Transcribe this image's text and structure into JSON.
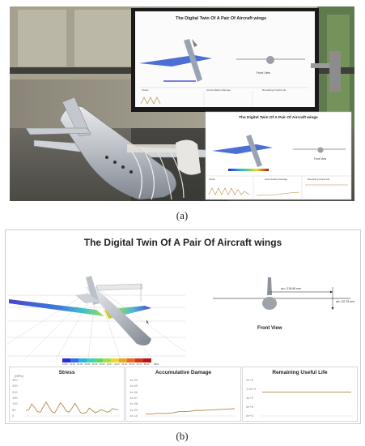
{
  "app": {
    "title": "The Digital Twin Of A Pair Of Aircraft wings",
    "front_view_label": "Front View",
    "dim_x": "ax=-218.66 mm",
    "dim_y": "ab=-20.78 mm"
  },
  "captions": {
    "a": "(a)",
    "b": "(b)"
  },
  "colorbar": {
    "ticks": [
      "16.65",
      "21.32",
      "26.00",
      "30.65",
      "35.33",
      "40.00",
      "44.67",
      "49.35",
      "54.00",
      "58.64",
      "63.37",
      "68.00"
    ],
    "unit": "MPa",
    "colors": [
      "#2a2ad6",
      "#2d6ee8",
      "#2fb0e6",
      "#39d3b8",
      "#5ad96a",
      "#a9df3c",
      "#e8dc2a",
      "#f0a321",
      "#ec6a1f",
      "#d8321b",
      "#b81414"
    ]
  },
  "panels": {
    "stress": {
      "title": "Stress",
      "unit": "(MPa)",
      "y_ticks": [
        "300",
        "250",
        "200",
        "150",
        "100",
        "50",
        "0"
      ],
      "chart_data": {
        "type": "line",
        "title": "Stress",
        "ylabel": "(MPa)",
        "ylim": [
          0,
          300
        ],
        "x": [
          0,
          1,
          2,
          3,
          4,
          5,
          6,
          7,
          8,
          9,
          10,
          11,
          12,
          13,
          14,
          15,
          16,
          17,
          18,
          19,
          20,
          21,
          22,
          23,
          24,
          25,
          26,
          27,
          28,
          29,
          30,
          31,
          32
        ],
        "values": [
          40,
          45,
          95,
          65,
          30,
          25,
          70,
          110,
          70,
          30,
          20,
          60,
          105,
          75,
          35,
          25,
          60,
          100,
          60,
          20,
          15,
          25,
          60,
          40,
          20,
          30,
          45,
          40,
          25,
          30,
          55,
          50,
          45
        ]
      }
    },
    "damage": {
      "title": "Accumulative Damage",
      "y_ticks": [
        "1e-04",
        "1e-05",
        "1e-06",
        "1e-07",
        "1e-08",
        "1e-09",
        "1e-10"
      ],
      "chart_data": {
        "type": "line",
        "title": "Accumulative Damage",
        "ylim": [
          0,
          6
        ],
        "x": [
          0,
          1,
          2,
          3,
          4,
          5,
          6,
          7,
          8,
          9,
          10,
          11,
          12,
          13,
          14,
          15,
          16
        ],
        "values": [
          0.2,
          0.2,
          0.3,
          0.3,
          0.3,
          0.4,
          0.6,
          0.6,
          0.65,
          0.8,
          0.8,
          0.85,
          0.9,
          0.95,
          1.0,
          1.05,
          1.1
        ]
      }
    },
    "rul": {
      "title": "Remaining Useful Life",
      "y_ticks": [
        "2e+9",
        "1.5e+9",
        "1e+9",
        "5e+8",
        "0e+0"
      ],
      "chart_data": {
        "type": "line",
        "title": "Remaining Useful Life",
        "ylim": [
          0,
          2
        ],
        "x": [
          0,
          1
        ],
        "values": [
          1.3,
          1.3
        ]
      }
    }
  }
}
